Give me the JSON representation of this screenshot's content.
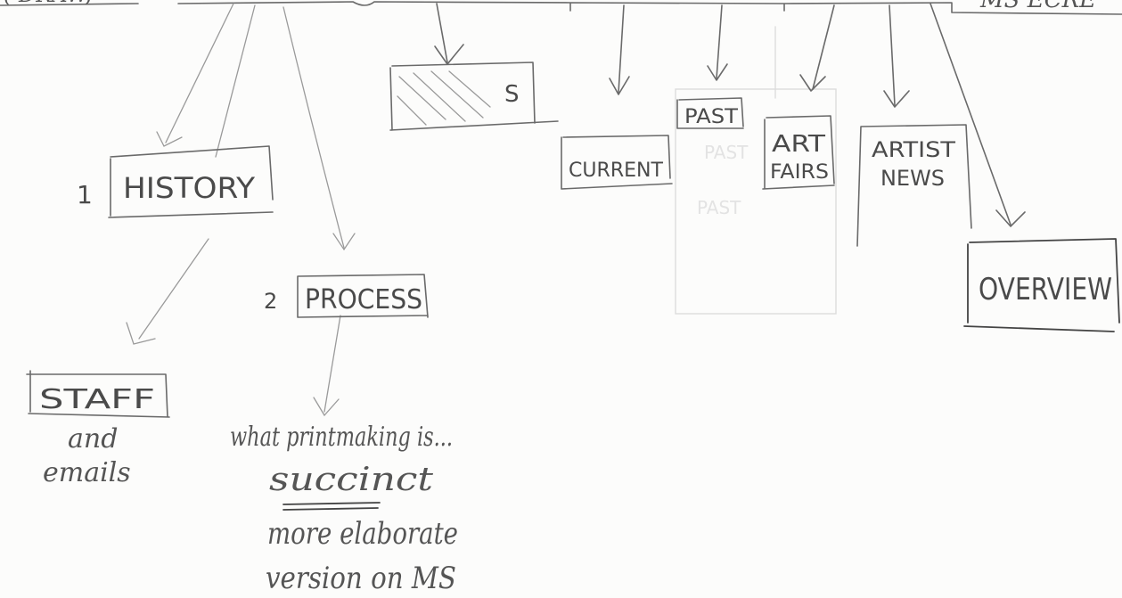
{
  "top_left_label": "( DRAW,",
  "top_right_label": "MS ECRE",
  "nodes": {
    "history": {
      "number": "1",
      "label": "HISTORY"
    },
    "process": {
      "number": "2",
      "label": "PROCESS"
    },
    "staff": {
      "label": "STAFF",
      "note_line1": "and",
      "note_line2": "emails"
    },
    "process_notes": {
      "line1": "what printmaking is...",
      "line2": "succinct",
      "line3": "more elaborate",
      "line4": "version on MS"
    },
    "exhibitions_placeholder": {
      "label": "S"
    },
    "current": {
      "label": "CURRENT"
    },
    "past": {
      "label": "PAST"
    },
    "art_fairs": {
      "line1": "ART",
      "line2": "FAIRS"
    },
    "artist_news": {
      "line1": "ARTIST",
      "line2": "NEWS"
    },
    "overview": {
      "label": "OVERVIEW"
    }
  },
  "colors": {
    "paper": "#fcfcfb",
    "pencil": "#4a4a4a",
    "pencil_light": "#9a9a9a",
    "erased": "#dcdcdc"
  }
}
